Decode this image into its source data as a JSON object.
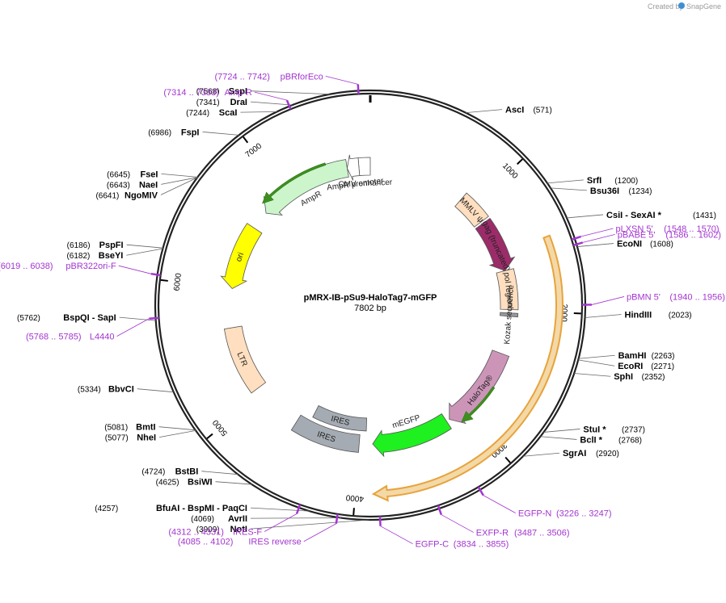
{
  "credit": "Created by",
  "app_name": "SnapGene",
  "plasmid": {
    "name": "pMRX-IB-pSu9-HaloTag7-mGFP",
    "length_label": "7802 bp",
    "length": 7802
  },
  "colors": {
    "primer": "#a335d0",
    "orange_feature": "#e8a33c",
    "amp_fill": "#ccf5cc",
    "ori_fill": "#ffff00",
    "ltr_fill": "#ffdfbf",
    "gag_fill": "#9b2c69",
    "halotag_fill": "#cc95b8",
    "mgfp_fill": "#1ff01f",
    "ires_fill": "#a5abb3"
  },
  "ticks": [
    {
      "label": "1000",
      "pos": 1000
    },
    {
      "label": "2000",
      "pos": 2000
    },
    {
      "label": "3000",
      "pos": 3000
    },
    {
      "label": "4000",
      "pos": 4000
    },
    {
      "label": "5000",
      "pos": 5000
    },
    {
      "label": "6000",
      "pos": 6000
    },
    {
      "label": "7000",
      "pos": 7000
    }
  ],
  "sites": [
    {
      "name": "AscI",
      "pos_label": "(571)",
      "pos": 571,
      "side": "right",
      "line": "#555"
    },
    {
      "name": "SrfI",
      "pos_label": "(1200)",
      "pos": 1200,
      "side": "right",
      "line": "#555"
    },
    {
      "name": "Bsu36I",
      "pos_label": "(1234)",
      "pos": 1234,
      "side": "right",
      "line": "#555"
    },
    {
      "name": "CsiI  - SexAI *",
      "pos_label": "(1431)",
      "pos": 1431,
      "side": "right",
      "line": "#555"
    },
    {
      "name": "EcoNI",
      "pos_label": "(1608)",
      "pos": 1608,
      "side": "right",
      "line": "#555"
    },
    {
      "name": "HindIII",
      "pos_label": "(2023)",
      "pos": 2023,
      "side": "right",
      "line": "#555"
    },
    {
      "name": "BamHI",
      "pos_label": "(2263)",
      "pos": 2263,
      "side": "right",
      "line": "#555"
    },
    {
      "name": "EcoRI",
      "pos_label": "(2271)",
      "pos": 2271,
      "side": "right",
      "line": "#555"
    },
    {
      "name": "SphI",
      "pos_label": "(2352)",
      "pos": 2352,
      "side": "right",
      "line": "#555"
    },
    {
      "name": "StuI *",
      "pos_label": "(2737)",
      "pos": 2737,
      "side": "right",
      "line": "#555"
    },
    {
      "name": "BclI *",
      "pos_label": "(2768)",
      "pos": 2768,
      "side": "right",
      "line": "#555"
    },
    {
      "name": "SgrAI",
      "pos_label": "(2920)",
      "pos": 2920,
      "side": "right",
      "line": "#555"
    },
    {
      "name": "NotI",
      "pos_label": "(3909)",
      "pos": 3909,
      "side": "left",
      "line": "#555"
    },
    {
      "name": "AvrII",
      "pos_label": "(4069)",
      "pos": 4069,
      "side": "left",
      "line": "#555"
    },
    {
      "name": "BfuAI  - BspMI  - PaqCI",
      "pos_label": "(4257)",
      "pos": 4257,
      "side": "left",
      "line": "#555"
    },
    {
      "name": "BsiWI",
      "pos_label": "(4625)",
      "pos": 4625,
      "side": "left",
      "line": "#555"
    },
    {
      "name": "BstBI",
      "pos_label": "(4724)",
      "pos": 4724,
      "side": "left",
      "line": "#555"
    },
    {
      "name": "NheI",
      "pos_label": "(5077)",
      "pos": 5077,
      "side": "left",
      "line": "#555"
    },
    {
      "name": "BmtI",
      "pos_label": "(5081)",
      "pos": 5081,
      "side": "left",
      "line": "#555"
    },
    {
      "name": "BbvCI",
      "pos_label": "(5334)",
      "pos": 5334,
      "side": "left",
      "line": "#555"
    },
    {
      "name": "BspQI  - SapI",
      "pos_label": "(5762)",
      "pos": 5762,
      "side": "left",
      "line": "#555"
    },
    {
      "name": "BseYI",
      "pos_label": "(6182)",
      "pos": 6182,
      "side": "left",
      "line": "#555"
    },
    {
      "name": "PspFI",
      "pos_label": "(6186)",
      "pos": 6186,
      "side": "left",
      "line": "#555"
    },
    {
      "name": "NgoMIV",
      "pos_label": "(6641)",
      "pos": 6641,
      "side": "left",
      "line": "#555"
    },
    {
      "name": "NaeI",
      "pos_label": "(6643)",
      "pos": 6643,
      "side": "left",
      "line": "#555"
    },
    {
      "name": "FseI",
      "pos_label": "(6645)",
      "pos": 6645,
      "side": "left",
      "line": "#555"
    },
    {
      "name": "FspI",
      "pos_label": "(6986)",
      "pos": 6986,
      "side": "left",
      "line": "#555"
    },
    {
      "name": "ScaI",
      "pos_label": "(7244)",
      "pos": 7244,
      "side": "left",
      "line": "#555"
    },
    {
      "name": "DraI",
      "pos_label": "(7341)",
      "pos": 7341,
      "side": "left",
      "line": "#555"
    },
    {
      "name": "SspI",
      "pos_label": "(7568)",
      "pos": 7568,
      "side": "left",
      "line": "#555"
    }
  ],
  "primers": [
    {
      "name": "pBRforEco",
      "range": "(7724 .. 7742)",
      "pos": 7733,
      "side": "right"
    },
    {
      "name": "pLXSN 5'",
      "range": "(1548 .. 1570)",
      "pos": 1559,
      "side": "right"
    },
    {
      "name": "pBABE 5'",
      "range": "(1586 .. 1602)",
      "pos": 1594,
      "side": "right"
    },
    {
      "name": "pBMN 5'",
      "range": "(1940 .. 1956)",
      "pos": 1948,
      "side": "right"
    },
    {
      "name": "EGFP-N",
      "range": "(3226 .. 3247)",
      "pos": 3236,
      "side": "right"
    },
    {
      "name": "EXFP-R",
      "range": "(3487 .. 3506)",
      "pos": 3496,
      "side": "right"
    },
    {
      "name": "EGFP-C",
      "range": "(3834 .. 3855)",
      "pos": 3844,
      "side": "right"
    },
    {
      "name": "IRES reverse",
      "range": "(4085 .. 4102)",
      "pos": 4093,
      "side": "left"
    },
    {
      "name": "IRES-F",
      "range": "(4312 .. 4331)",
      "pos": 4321,
      "side": "left"
    },
    {
      "name": "L4440",
      "range": "(5768 .. 5785)",
      "pos": 5776,
      "side": "left"
    },
    {
      "name": "pBR322ori-F",
      "range": "(6019 .. 6038)",
      "pos": 6028,
      "side": "left"
    },
    {
      "name": "Amp-R",
      "range": "(7314 .. 7333)",
      "pos": 7323,
      "side": "left"
    }
  ],
  "features": [
    {
      "name": "CMV enhancer",
      "label": "CMV enhancer",
      "start": 7802,
      "end": 7700,
      "ring": "outer-feat",
      "color": "#ffffff",
      "dir": "none"
    },
    {
      "name": "AmpR promoter",
      "label": "AmpR promoter",
      "start": 7700,
      "end": 7595,
      "ring": "outer-feat",
      "color": "#ffffff",
      "dir": "rev"
    },
    {
      "name": "AmpR",
      "label": "AmpR",
      "start": 7595,
      "end": 6750,
      "ring": "outer-feat",
      "color": "#ccf5cc",
      "dir": "rev"
    },
    {
      "name": "ori",
      "label": "ori",
      "start": 6580,
      "end": 6000,
      "ring": "outer-feat",
      "color": "#ffff00",
      "dir": "rev"
    },
    {
      "name": "LTR",
      "label": "LTR",
      "start": 5650,
      "end": 5060,
      "ring": "outer-feat",
      "color": "#ffdfbf",
      "dir": "none"
    },
    {
      "name": "MMLV psi",
      "label": "MMLV ψ",
      "start": 880,
      "end": 1150,
      "ring": "outer-feat",
      "color": "#ffdfbf",
      "dir": "none"
    },
    {
      "name": "gag (truncated)",
      "label": "gag (truncated)",
      "start": 1170,
      "end": 1640,
      "ring": "outer-feat",
      "color": "#9b2c69",
      "dir": "fwd"
    },
    {
      "name": "pol region",
      "label": "pol region",
      "start": 1640,
      "end": 1990,
      "ring": "outer-feat",
      "color": "#ffdfbf",
      "dir": "none"
    },
    {
      "name": "Kozak sequence",
      "label": "Kozak sequence",
      "start": 2020,
      "end": 2050,
      "ring": "outer-feat",
      "color": "#999999",
      "dir": "none"
    },
    {
      "name": "HaloTag",
      "label": "HaloTag®",
      "start": 2390,
      "end": 3150,
      "ring": "outer-feat",
      "color": "#cc95b8",
      "dir": "fwd"
    },
    {
      "name": "mEGFP",
      "label": "mEGFP",
      "start": 3180,
      "end": 3880,
      "ring": "outer-feat",
      "color": "#1ff01f",
      "dir": "fwd"
    },
    {
      "name": "IRES-inner",
      "label": "IRES",
      "start": 3940,
      "end": 4490,
      "ring": "inner-feat",
      "color": "#a5abb3",
      "dir": "none"
    },
    {
      "name": "IRES-outer",
      "label": "IRES",
      "start": 4000,
      "end": 4600,
      "ring": "outer-feat",
      "color": "#a5abb3",
      "dir": "none"
    }
  ],
  "orange_arc": {
    "start": 1490,
    "end": 3880,
    "label": ""
  },
  "green_arcs": [
    {
      "start": 7420,
      "end": 6790,
      "dir": "rev"
    },
    {
      "start": 2680,
      "end": 3080,
      "dir": "fwd"
    }
  ]
}
